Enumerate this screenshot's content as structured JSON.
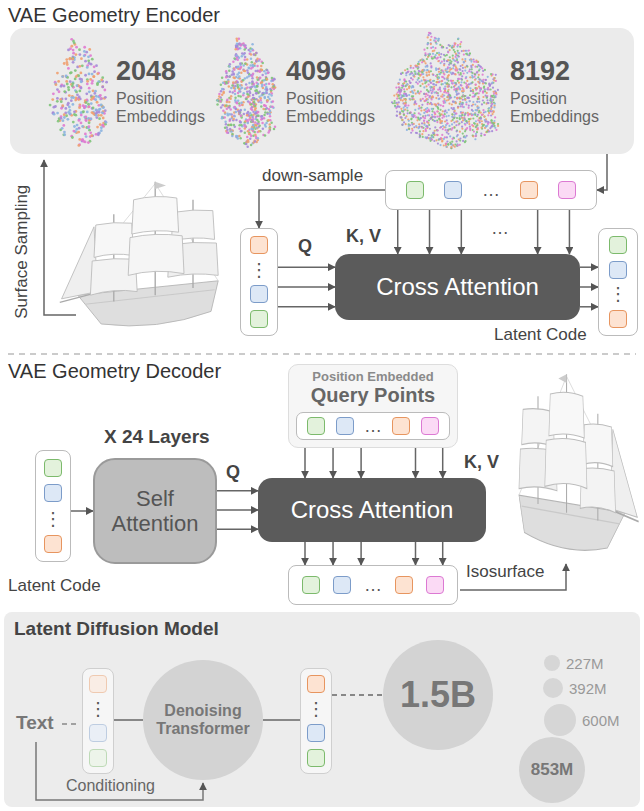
{
  "diagram": {
    "nodes": [
      {
        "text": [
          "2048",
          "Position Embeddings",
          "4096",
          "Position Embeddings",
          "8192",
          "Position Embeddings"
        ]
      },
      {
        "text": [
          "…"
        ]
      },
      {
        "text": [
          "⋮"
        ]
      },
      {
        "text": [
          "Cross Attention"
        ]
      },
      {
        "text": [
          "⋮"
        ]
      },
      {
        "text": [
          "⋮"
        ]
      },
      {
        "text": [
          "Self Attention"
        ]
      },
      {
        "text": [
          "Position Embedded",
          "Query Points",
          "…"
        ]
      },
      {
        "text": [
          "Cross Attention"
        ]
      },
      {
        "text": [
          "…"
        ]
      },
      {
        "text": [
          "Latent Diffusion Model"
        ]
      },
      {
        "text": [
          "⋮"
        ],
        "in": 10
      },
      {
        "text": [
          "Denoising Transformer"
        ],
        "in": 10
      },
      {
        "text": [
          "⋮"
        ],
        "in": 10
      },
      {
        "text": [
          "1.5B"
        ],
        "in": 10
      },
      {
        "text": [
          "227M"
        ],
        "in": 10
      },
      {
        "text": [
          "392M"
        ],
        "in": 10
      },
      {
        "text": [
          "600M"
        ],
        "in": 10
      },
      {
        "text": [
          "853M"
        ],
        "in": 10
      }
    ],
    "edges": [
      {
        "from": 0,
        "to": 1,
        "arrow": "to"
      },
      {
        "from": 1,
        "to": 2,
        "arrow": "to",
        "label": "down-sample"
      },
      {
        "from": 2,
        "to": 3,
        "arrow": "to",
        "label": "Q"
      },
      {
        "from": 1,
        "to": 3,
        "arrow": "to",
        "label": "K, V"
      },
      {
        "from": 3,
        "to": 4,
        "arrow": "to"
      },
      {
        "from": 5,
        "to": 6,
        "arrow": "to"
      },
      {
        "from": 6,
        "to": 8,
        "arrow": "to",
        "label": "Q"
      },
      {
        "from": 7,
        "to": 8,
        "arrow": "to",
        "label": "K, V"
      },
      {
        "from": 8,
        "to": 9,
        "arrow": "to"
      },
      {
        "from": 11,
        "to": 12,
        "arrow": "none"
      },
      {
        "from": 12,
        "to": 13,
        "arrow": "none"
      },
      {
        "from": 13,
        "to": 14,
        "arrow": "none"
      }
    ],
    "labels": [
      "VAE Geometry Encoder",
      "Surface Sampling",
      "…",
      "Latent Code",
      "VAE Geometry Decoder",
      "X 24 Layers",
      "Latent Code",
      "Isosurface",
      "Text",
      "Conditioning"
    ]
  }
}
